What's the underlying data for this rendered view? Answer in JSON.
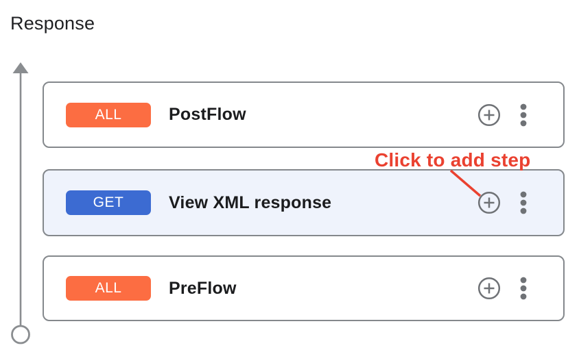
{
  "page": {
    "title": "Response"
  },
  "colors": {
    "badge_all_orange": "#fc6d42",
    "badge_get_blue": "#3c6bd2",
    "annotation_red": "#ea4130",
    "card_selected_bg": "#eff3fc",
    "card_border_gray": "#84888c",
    "icon_gray": "#6f7276",
    "timeline_gray": "#8a8d90"
  },
  "icons": {
    "add_step": "plus-circle",
    "more_options": "kebab-vertical-dots",
    "timeline_direction": "arrow-up",
    "timeline_start": "open-circle"
  },
  "flows": [
    {
      "method": "ALL",
      "name": "PostFlow",
      "badge_color": "#fc6d42",
      "selected": false
    },
    {
      "method": "GET",
      "name": "View XML response",
      "badge_color": "#3c6bd2",
      "selected": true
    },
    {
      "method": "ALL",
      "name": "PreFlow",
      "badge_color": "#fc6d42",
      "selected": false
    }
  ],
  "annotation": {
    "label": "Click to add step",
    "color": "#ea4130"
  }
}
